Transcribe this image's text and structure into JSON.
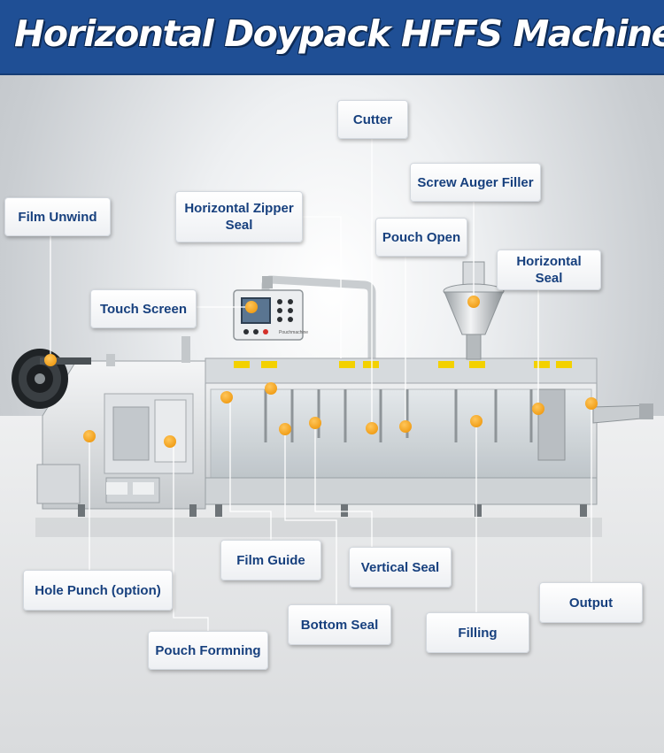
{
  "title": "Horizontal Doypack HFFS Machine",
  "colors": {
    "header": "#1f4f95",
    "label_text": "#17407e",
    "marker": "#f5a623",
    "leader_line": "#ffffff"
  },
  "labels": {
    "cutter": "Cutter",
    "screw_auger_filler": "Screw Auger Filler",
    "film_unwind": "Film Unwind",
    "horizontal_zipper_seal": "Horizontal Zipper Seal",
    "pouch_open": "Pouch Open",
    "horizontal_seal": "Horizontal Seal",
    "touch_screen": "Touch Screen",
    "film_guide": "Film Guide",
    "vertical_seal": "Vertical Seal",
    "hole_punch": "Hole Punch (option)",
    "output": "Output",
    "bottom_seal": "Bottom Seal",
    "filling": "Filling",
    "pouch_forming": "Pouch Formning"
  },
  "machine_brand": "Pouchmachine"
}
